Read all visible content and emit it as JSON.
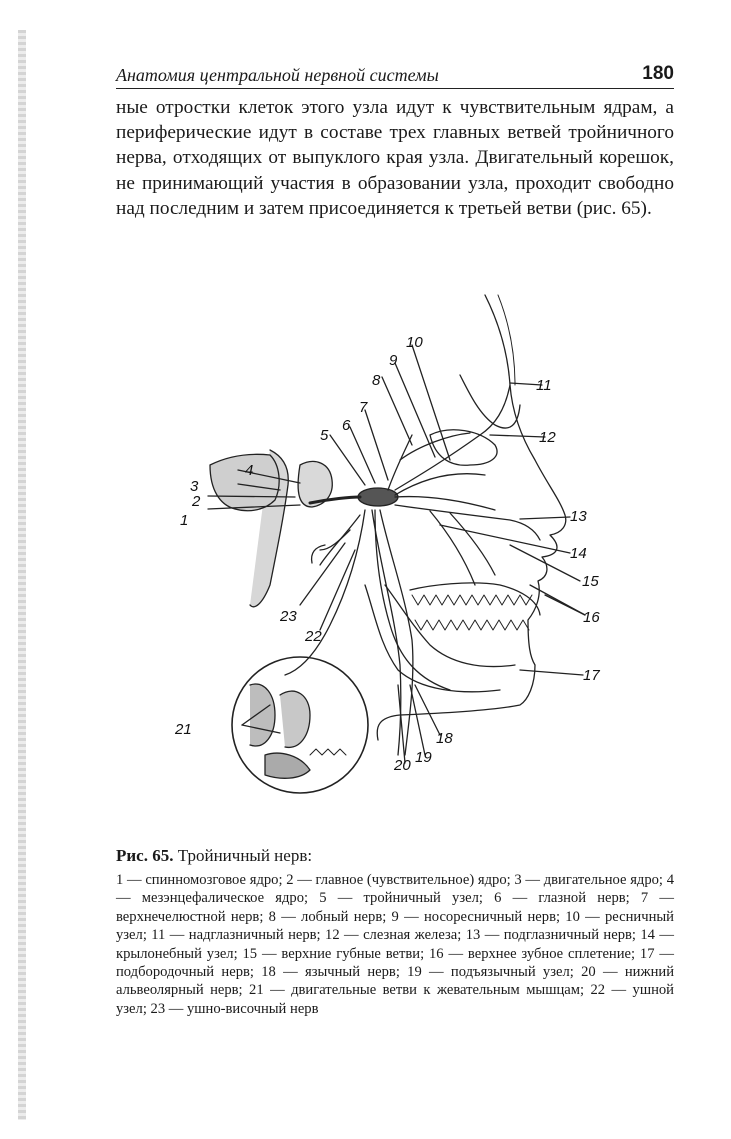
{
  "header": {
    "title": "Анатомия центральной нервной системы",
    "page_number": "180"
  },
  "body_paragraph": "ные отростки клеток этого узла идут к чувствительным ядрам, а периферические идут в составе трех главных ветвей тройничного нерва, отходящих от выпуклого края узла. Двигательный корешок, не принимающий участия в образовании узла, проходит свободно над последним и затем присоединяется к третьей ветви (рис. 65).",
  "figure": {
    "labels": {
      "l1": "1",
      "l2": "2",
      "l3": "3",
      "l4": "4",
      "l5": "5",
      "l6": "6",
      "l7": "7",
      "l8": "8",
      "l9": "9",
      "l10": "10",
      "l11": "11",
      "l12": "12",
      "l13": "13",
      "l14": "14",
      "l15": "15",
      "l16": "16",
      "l17": "17",
      "l18": "18",
      "l19": "19",
      "l20": "20",
      "l21": "21",
      "l22": "22",
      "l23": "23"
    }
  },
  "caption": {
    "prefix": "Рис. 65.",
    "title": "Тройничный нерв:",
    "text": "1 — спинномозговое ядро; 2 — главное (чувствительное) ядро; 3 — двигательное ядро; 4 — мезэнцефалическое ядро; 5 — тройничный узел; 6 — глазной нерв; 7 — верхнечелюстной нерв; 8 — лобный нерв; 9 — носоресничный нерв; 10 — ресничный узел; 11 — надглазничный нерв; 12 — слезная железа; 13 — подглазничный нерв; 14 — крылонебный узел; 15 — верхние губные ветви; 16 — верхнее зубное сплетение; 17 — подбородочный нерв; 18 — язычный нерв; 19 — подъязычный узел; 20 — нижний альвеолярный нерв; 21 — двигательные ветви к жевательным мышцам; 22 — ушной узел; 23 — ушно-височный нерв"
  }
}
